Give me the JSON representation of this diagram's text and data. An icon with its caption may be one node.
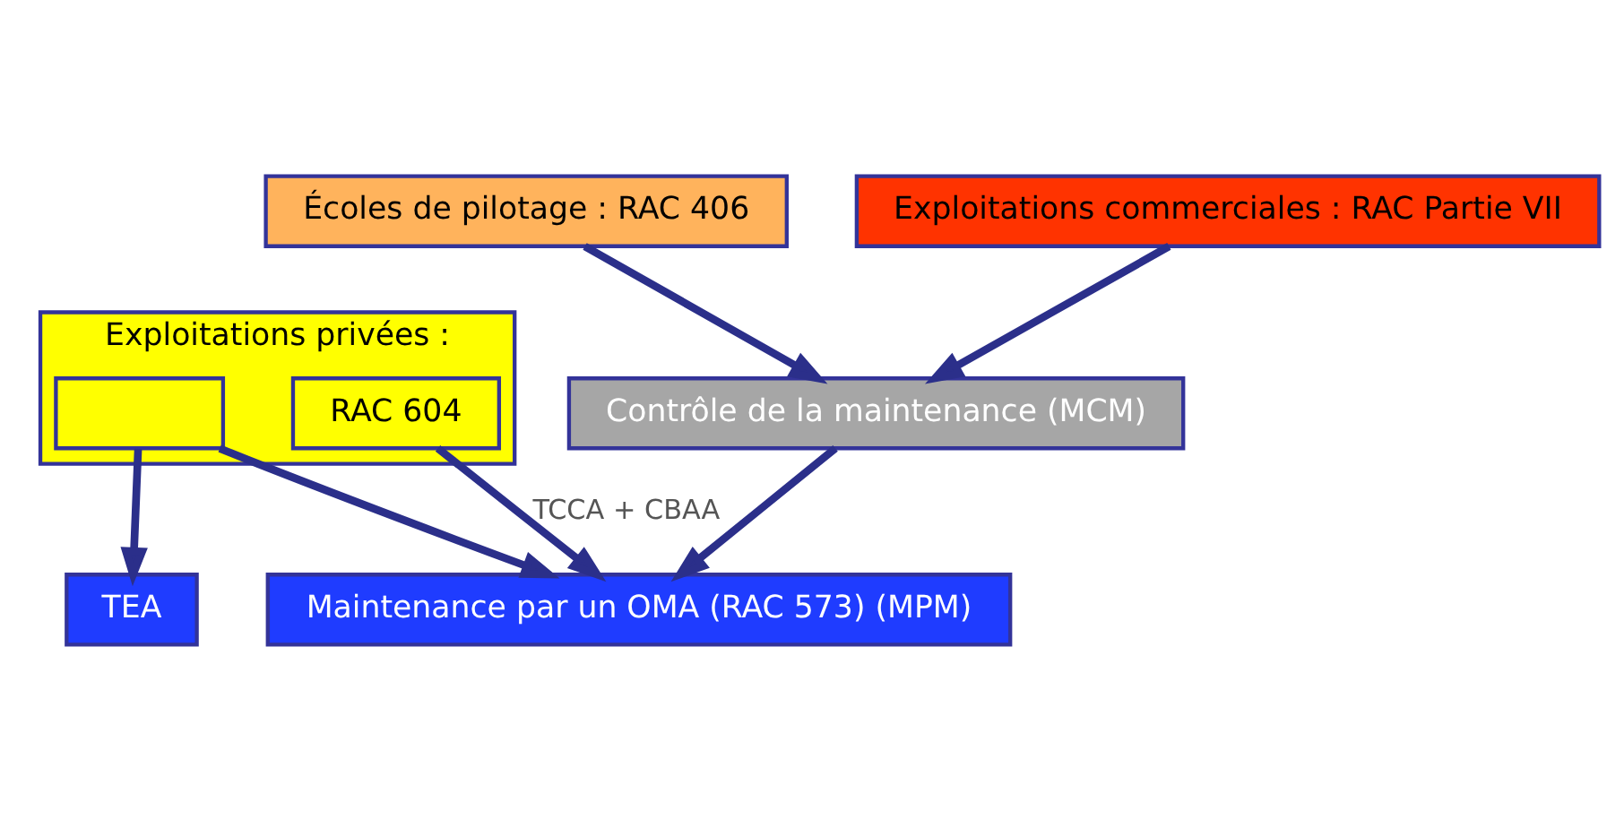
{
  "diagram": {
    "nodes": [
      {
        "text": [
          "Exploitations privées :"
        ]
      },
      {
        "text": [],
        "shape": "box",
        "in": 0
      },
      {
        "text": [
          "RAC 604"
        ],
        "in": 0
      },
      {
        "text": [
          "Écoles de pilotage : RAC 406"
        ]
      },
      {
        "text": [
          "Exploitations commerciales : RAC Partie VII"
        ]
      },
      {
        "text": [
          "Contrôle de la maintenance (MCM)"
        ]
      },
      {
        "text": [
          "TEA"
        ]
      },
      {
        "text": [
          "Maintenance par un OMA (RAC 573) (MPM)"
        ]
      }
    ],
    "edges": [
      {
        "from": 1,
        "to": 6,
        "arrow": "to"
      },
      {
        "from": 2,
        "to": 7,
        "arrow": "to",
        "label": "TCCA + CBAA"
      },
      {
        "from": 1,
        "to": 7,
        "arrow": "to"
      },
      {
        "from": 3,
        "to": 5,
        "arrow": "to"
      },
      {
        "from": 4,
        "to": 5,
        "arrow": "to"
      },
      {
        "from": 5,
        "to": 7,
        "arrow": "to"
      }
    ]
  }
}
